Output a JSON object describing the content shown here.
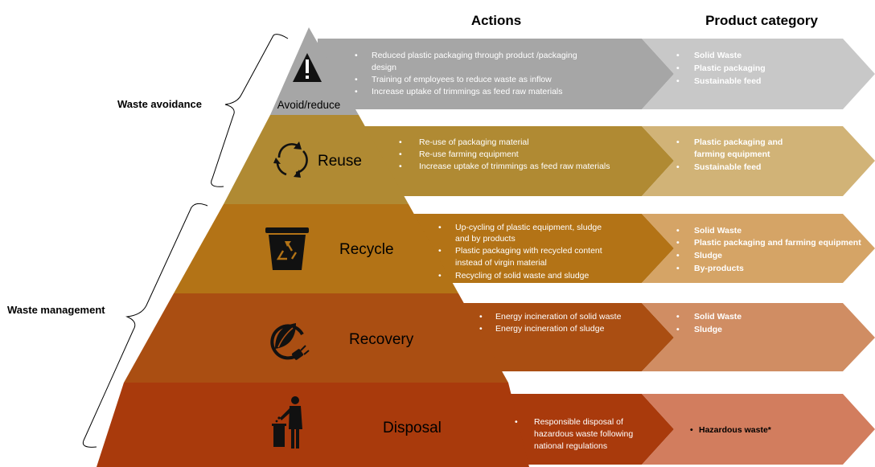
{
  "headers": {
    "actions": "Actions",
    "product": "Product category"
  },
  "side_labels": {
    "avoidance": "Waste avoidance",
    "management": "Waste management"
  },
  "levels": [
    {
      "name": "Avoid/reduce",
      "icon": "warning-icon",
      "color": "#a6a6a6",
      "product_color": "#c8c8c8",
      "actions": [
        "Reduced plastic packaging through product /packaging",
        "design",
        "Training of employees to reduce waste as inflow",
        "Increase uptake of trimmings as feed raw materials"
      ],
      "products": [
        "Solid Waste",
        "Plastic packaging",
        "Sustainable feed"
      ]
    },
    {
      "name": "Reuse",
      "icon": "recycle-arrows-icon",
      "color": "#b08a33",
      "product_color": "#d1b377",
      "actions": [
        "Re-use of packaging material",
        "Re-use farming equipment",
        "Increase uptake of trimmings as feed raw materials"
      ],
      "products": [
        "Plastic packaging and",
        "farming equipment",
        "Sustainable feed"
      ]
    },
    {
      "name": "Recycle",
      "icon": "recycle-bin-icon",
      "color": "#b37316",
      "product_color": "#d5a466",
      "actions": [
        "Up-cycling of plastic equipment, sludge",
        "and by products",
        "Plastic packaging with recycled content",
        "instead of virgin material",
        "Recycling of solid waste and sludge"
      ],
      "products": [
        "Solid Waste",
        "Plastic packaging and farming equipment",
        "Sludge",
        "By-products"
      ]
    },
    {
      "name": "Recovery",
      "icon": "leaf-plug-icon",
      "color": "#aa4e12",
      "product_color": "#d08d63",
      "actions": [
        "Energy incineration of solid waste",
        "Energy incineration of sludge"
      ],
      "products": [
        "Solid Waste",
        "Sludge"
      ]
    },
    {
      "name": "Disposal",
      "icon": "person-trash-icon",
      "color": "#a93a0c",
      "product_color": "#d27d5e",
      "actions": [
        "Responsible disposal of",
        "hazardous waste following",
        "national regulations"
      ],
      "products": [
        "Hazardous waste*"
      ]
    }
  ]
}
